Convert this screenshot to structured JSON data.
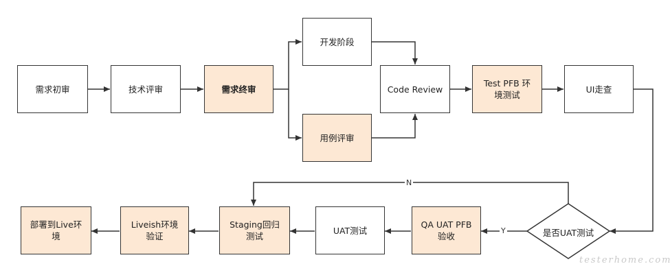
{
  "nodes": {
    "req_initial": "需求初审",
    "tech_review": "技术评审",
    "req_final": "需求终审",
    "dev_stage": "开发阶段",
    "case_review": "用例评审",
    "code_review": "Code Review",
    "test_pfb": "Test PFB 环境测试",
    "ui_check": "UI走查",
    "uat_decision": "是否UAT测试",
    "qa_uat_pfb": "QA UAT PFB 验收",
    "uat_test": "UAT测试",
    "staging": "Staging回归测试",
    "liveish": "Liveish环境验证",
    "deploy_live": "部署到Live环境"
  },
  "edge_labels": {
    "no": "N",
    "yes": "Y"
  },
  "watermark": "testerhome.com",
  "colors": {
    "highlight_fill": "#fde8d4",
    "plain_fill": "#ffffff",
    "stroke": "#333333"
  }
}
